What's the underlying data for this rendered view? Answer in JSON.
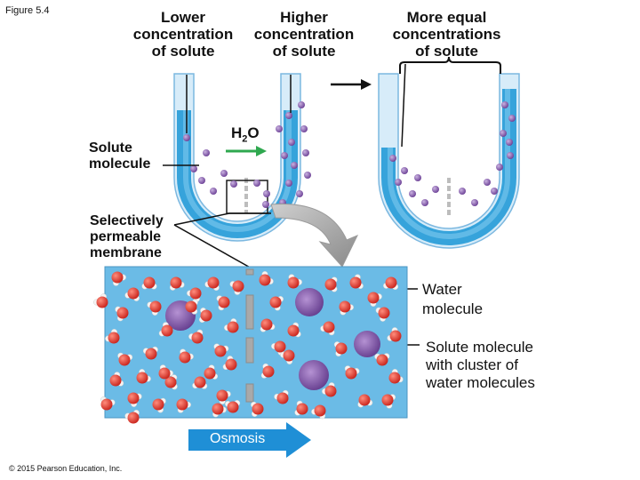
{
  "figure_label": "Figure 5.4",
  "tube_left": {
    "lower_label": [
      "Lower",
      "concentration",
      "of solute"
    ],
    "higher_label": [
      "Higher",
      "concentration",
      "of solute"
    ],
    "solute_molecule_label": [
      "Solute",
      "molecule"
    ],
    "water_label": "H",
    "water_subscript": "2",
    "water_tail": "O"
  },
  "tube_right": {
    "equal_label": [
      "More equal",
      "concentrations",
      "of solute"
    ]
  },
  "membrane_label": [
    "Selectively",
    "permeable",
    "membrane"
  ],
  "detail": {
    "water_molecule_label": [
      "Water",
      "molecule"
    ],
    "cluster_label": [
      "Solute molecule",
      "with cluster of",
      "water molecules"
    ],
    "osmosis_label": "Osmosis"
  },
  "copyright": "© 2015 Pearson Education, Inc.",
  "colors": {
    "tube_water": "#3aa6dc",
    "tube_glass": "#cfe7f7",
    "solute": "#8a5fb0",
    "water_oxygen": "#e23b2a",
    "detail_bg": "#6bbbe6",
    "arrow_green": "#2fa84f",
    "osmosis_arrow": "#1f8fd6"
  }
}
